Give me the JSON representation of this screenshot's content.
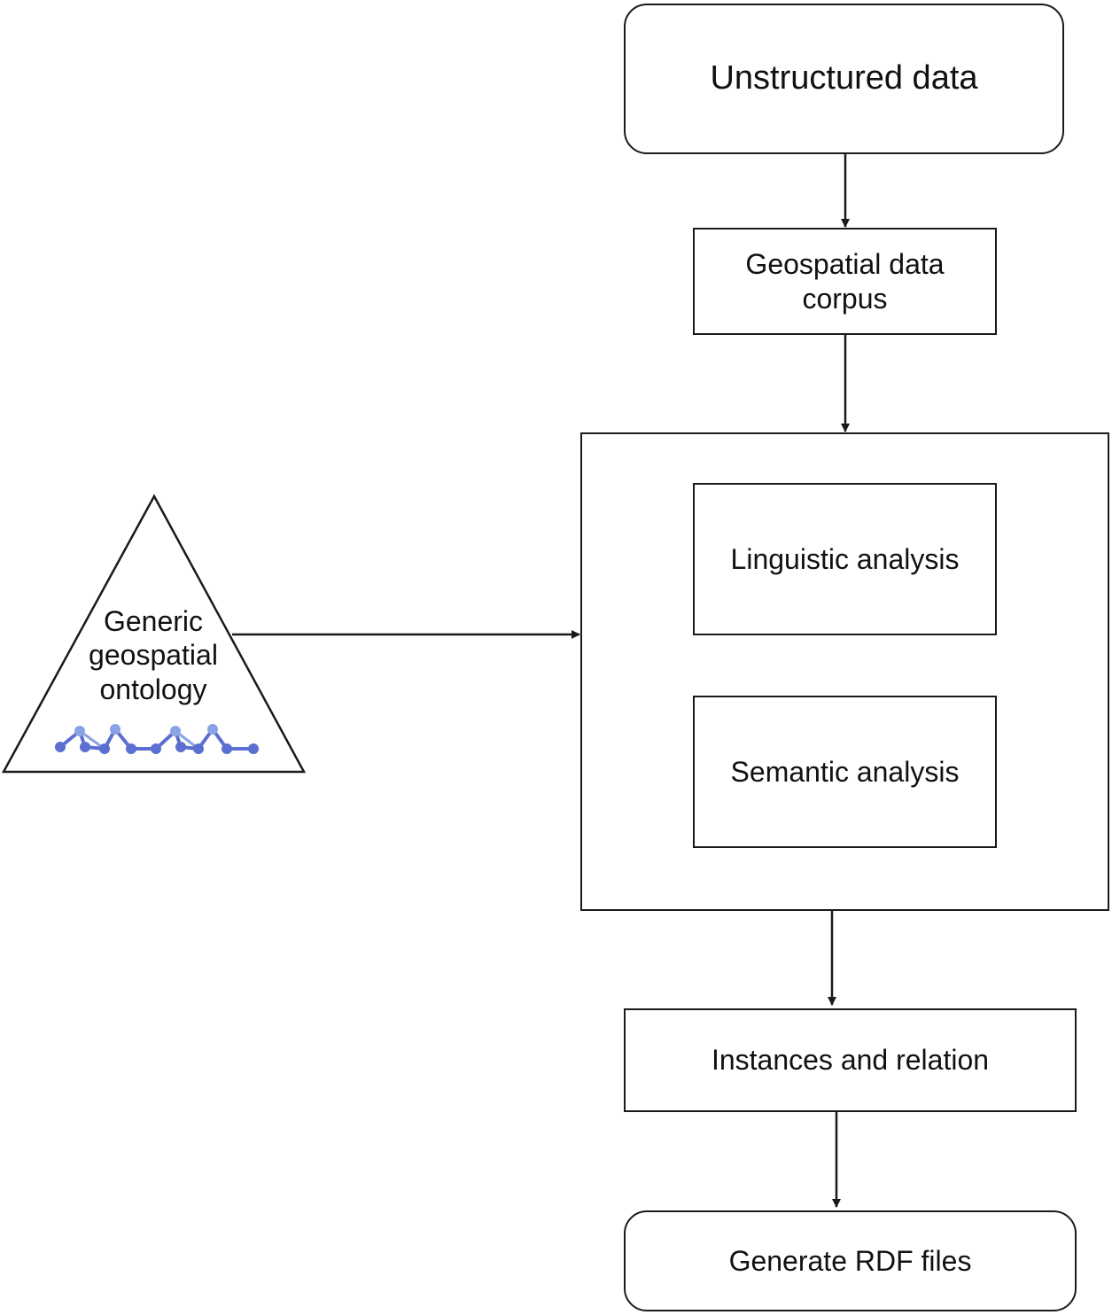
{
  "nodes": {
    "unstructured": "Unstructured data",
    "corpus": "Geospatial data\ncorpus",
    "linguistic": "Linguistic analysis",
    "semantic": "Semantic analysis",
    "instances": "Instances and relation",
    "rdf": "Generate RDF files",
    "ontology": "Generic\ngeospatial\nontology"
  },
  "icons": {
    "ontology_graph": "ontology-network-icon"
  },
  "colors": {
    "stroke": "#1a1a1a",
    "ontology_icon": "#5b6fd0",
    "ontology_icon_light": "#8aa3e6"
  }
}
